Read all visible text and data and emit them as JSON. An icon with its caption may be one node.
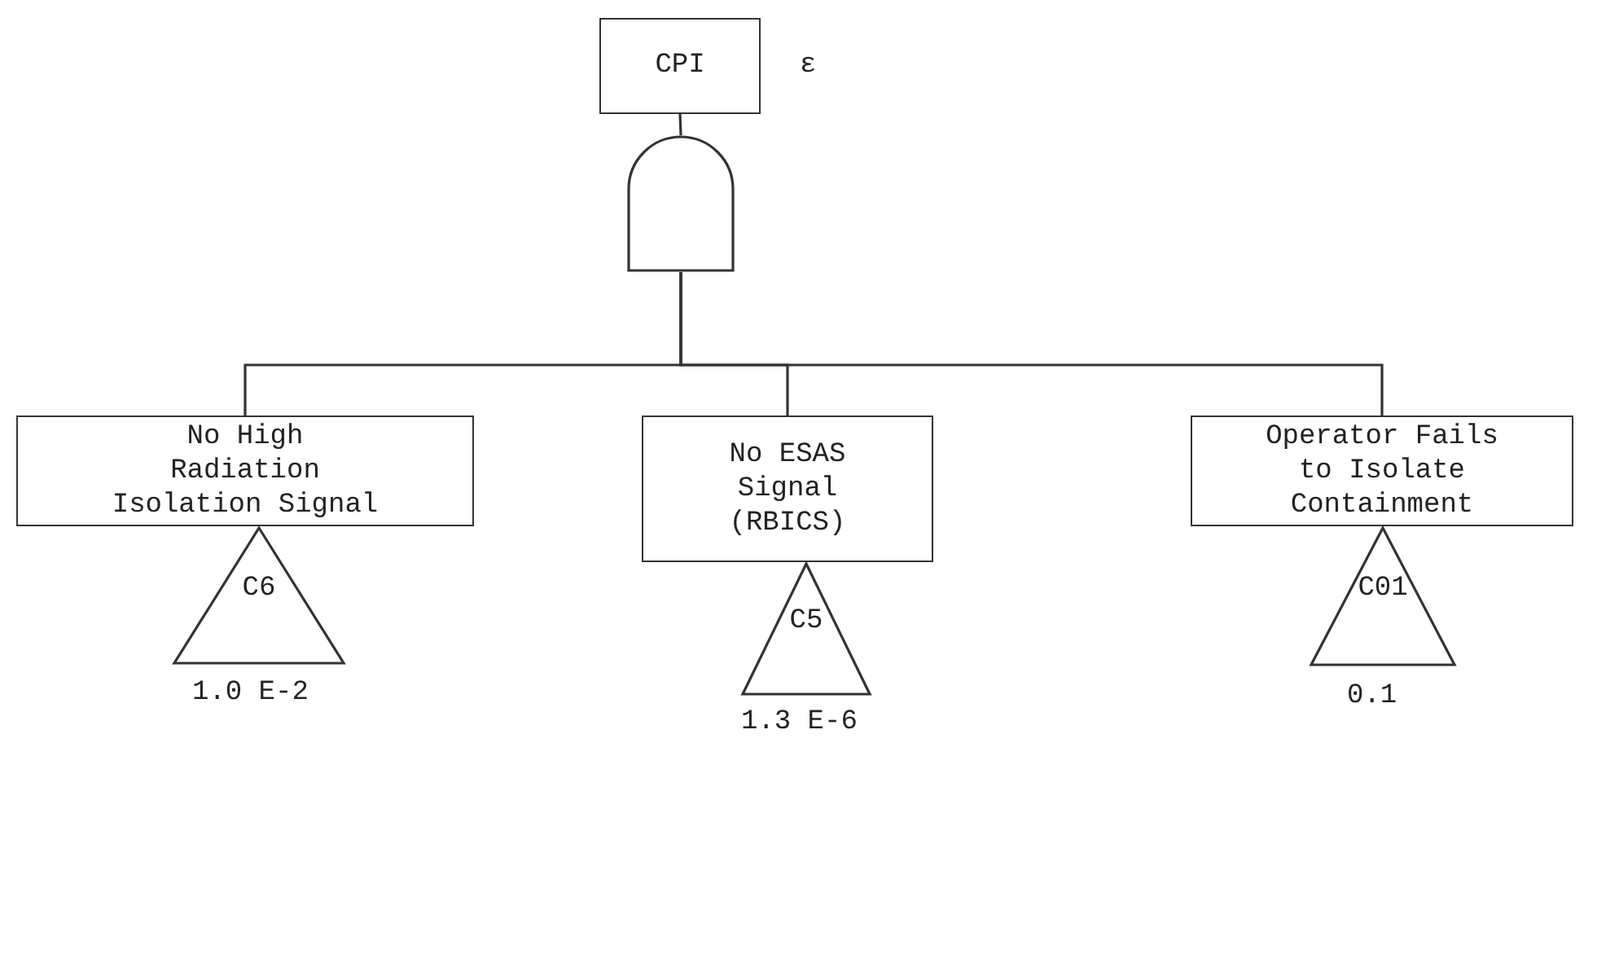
{
  "diagram": {
    "nodes": [
      {
        "text": [
          "CPI"
        ],
        "beside": [
          "ε"
        ]
      },
      {
        "text": [],
        "shape": "gate"
      },
      {
        "text": [
          "No High Radiation Isolation Signal"
        ]
      },
      {
        "text": [
          "No ESAS Signal (RBICS)"
        ]
      },
      {
        "text": [
          "Operator Fails to Isolate Containment"
        ]
      },
      {
        "text": [
          "C6"
        ],
        "beside": [
          "1.0 E-2"
        ]
      },
      {
        "text": [
          "C5"
        ],
        "beside": [
          "1.3 E-6"
        ]
      },
      {
        "text": [
          "C01"
        ],
        "beside": [
          "0.1"
        ]
      }
    ],
    "edges": [
      {
        "from": 1,
        "to": 0,
        "arrow": "none"
      },
      {
        "from": 2,
        "to": 1,
        "arrow": "none"
      },
      {
        "from": 3,
        "to": 1,
        "arrow": "none"
      },
      {
        "from": 4,
        "to": 1,
        "arrow": "none"
      }
    ]
  }
}
